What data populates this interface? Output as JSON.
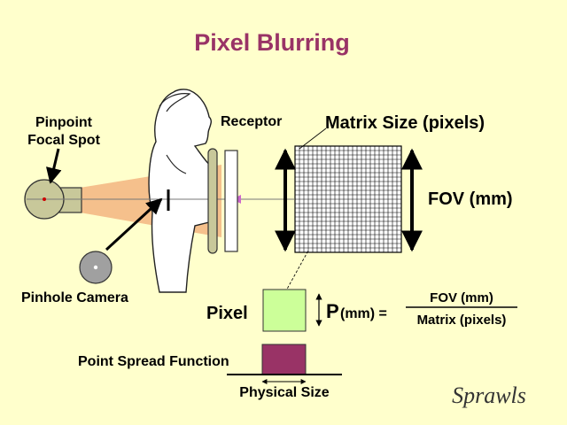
{
  "title": "Pixel Blurring",
  "labels": {
    "focal_spot_line1": "Pinpoint",
    "focal_spot_line2": "Focal Spot",
    "receptor": "Receptor",
    "matrix_size": "Matrix Size (pixels)",
    "fov": "FOV (mm)",
    "pinhole_camera": "Pinhole Camera",
    "pixel": "Pixel",
    "p_symbol": "P",
    "p_unit": "(mm) =",
    "formula_numerator": "FOV (mm)",
    "formula_denominator": "Matrix (pixels)",
    "psf": "Point Spread Function",
    "physical_size": "Physical Size",
    "signature": "Sprawls"
  },
  "colors": {
    "background": "#ffffcc",
    "title": "#993366",
    "beam": "#f5c08c",
    "tube": "#c8c89a",
    "pixel_fill": "#ccff99",
    "psf_fill": "#993366",
    "arrow_tip": "#cc66cc"
  },
  "matrix": {
    "cells": 24
  }
}
